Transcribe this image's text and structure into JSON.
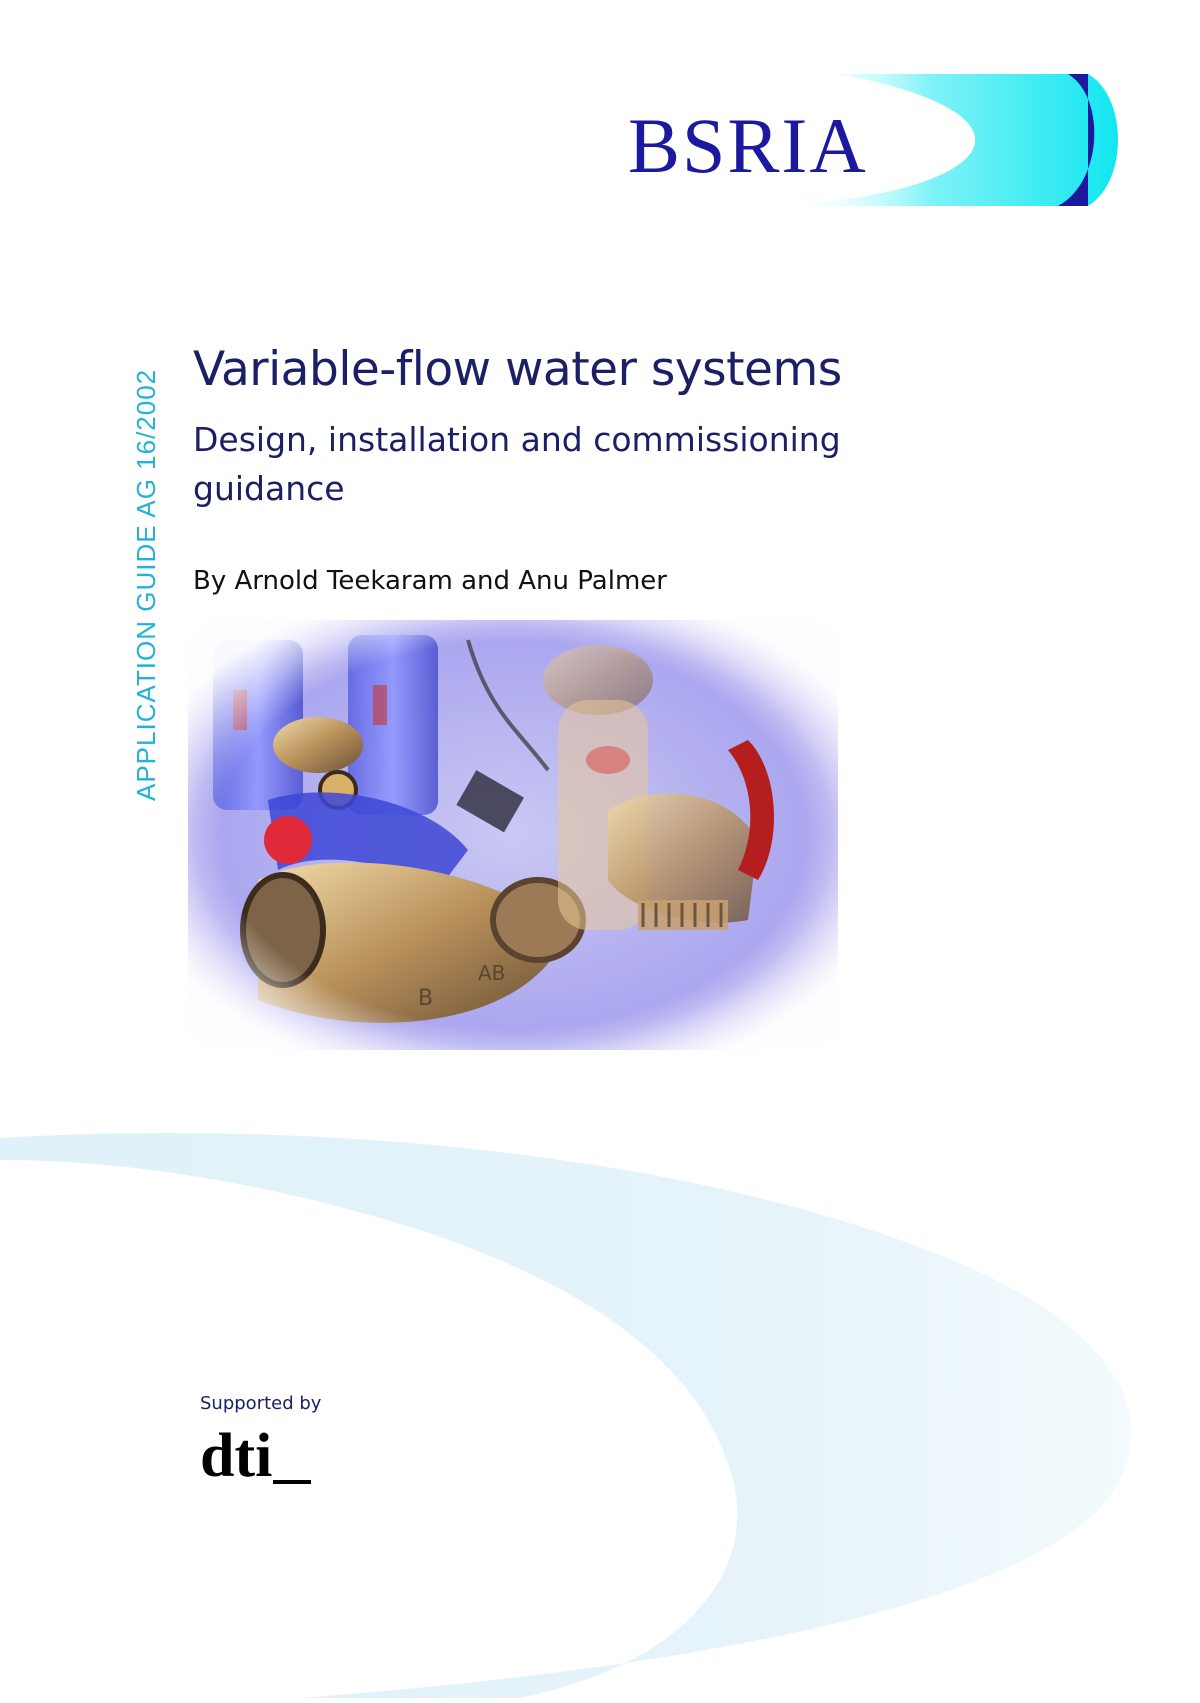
{
  "cover": {
    "publisher_logo": {
      "text": "BSRIA",
      "icon": "bsria-swoosh-logo"
    },
    "series_label": "APPLICATION GUIDE AG 16/2002",
    "title": "Variable-flow water systems",
    "subtitle": "Design, installation and commissioning guidance",
    "authors": "By Arnold Teekaram and Anu Palmer",
    "cover_image": {
      "icon": "valves-photo"
    },
    "supported_by_label": "Supported by",
    "sponsor_logo": {
      "text": "dti",
      "icon": "dti-logo"
    }
  },
  "colors": {
    "navy": "#1a1f66",
    "accent_cyan": "#22b2d8",
    "logo_blue": "#1b1a9e",
    "logo_cyan": "#12e6f0",
    "swoosh_light": "#e3f3fa"
  }
}
